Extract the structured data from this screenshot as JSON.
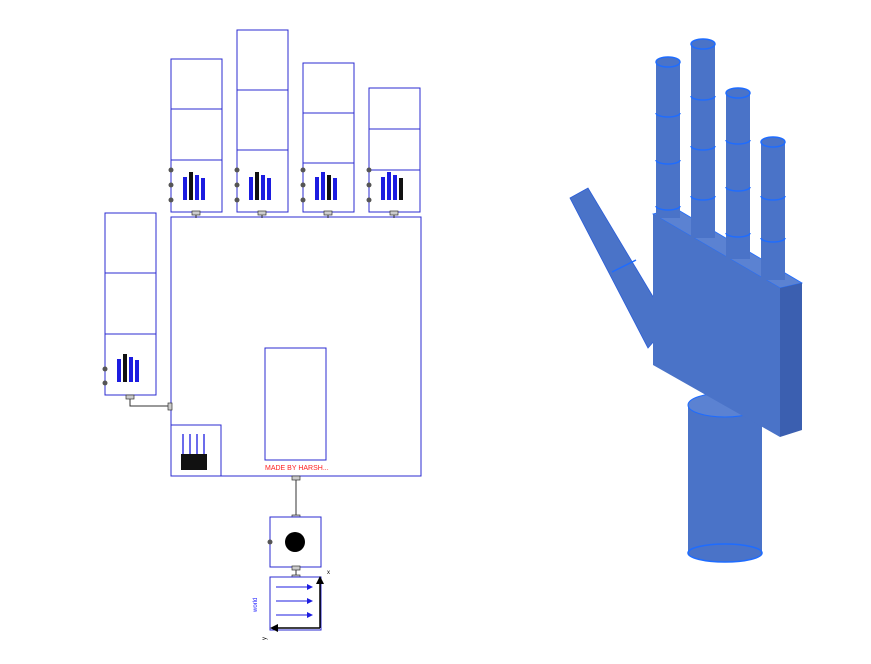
{
  "diagram": {
    "signature_label": "MADE BY HARSH...",
    "world_label": "world",
    "axis_x_label": "x",
    "axis_y_label": "y"
  },
  "colors": {
    "line": "#2b2bd0",
    "bar_blue": "#1c1ce0",
    "bar_navy": "#0a0a8a",
    "bar_black": "#111111",
    "render_blue": "#4a73c8",
    "render_dark": "#3b5fb0",
    "render_edge": "#1e6cff",
    "signature_red": "#ff2020"
  },
  "components": [
    {
      "id": "thumb",
      "icon": "bar-chart-icon"
    },
    {
      "id": "index-finger",
      "icon": "bar-chart-icon"
    },
    {
      "id": "middle-finger",
      "icon": "bar-chart-icon"
    },
    {
      "id": "ring-finger",
      "icon": "bar-chart-icon"
    },
    {
      "id": "little-finger",
      "icon": "bar-chart-icon"
    },
    {
      "id": "palm",
      "icon": "hand-icon"
    },
    {
      "id": "wrist-joint",
      "icon": "revolute-joint-icon"
    },
    {
      "id": "world",
      "icon": "world-frame-icon"
    }
  ],
  "render_3d": {
    "subject": "robotic-hand-3d-render"
  }
}
